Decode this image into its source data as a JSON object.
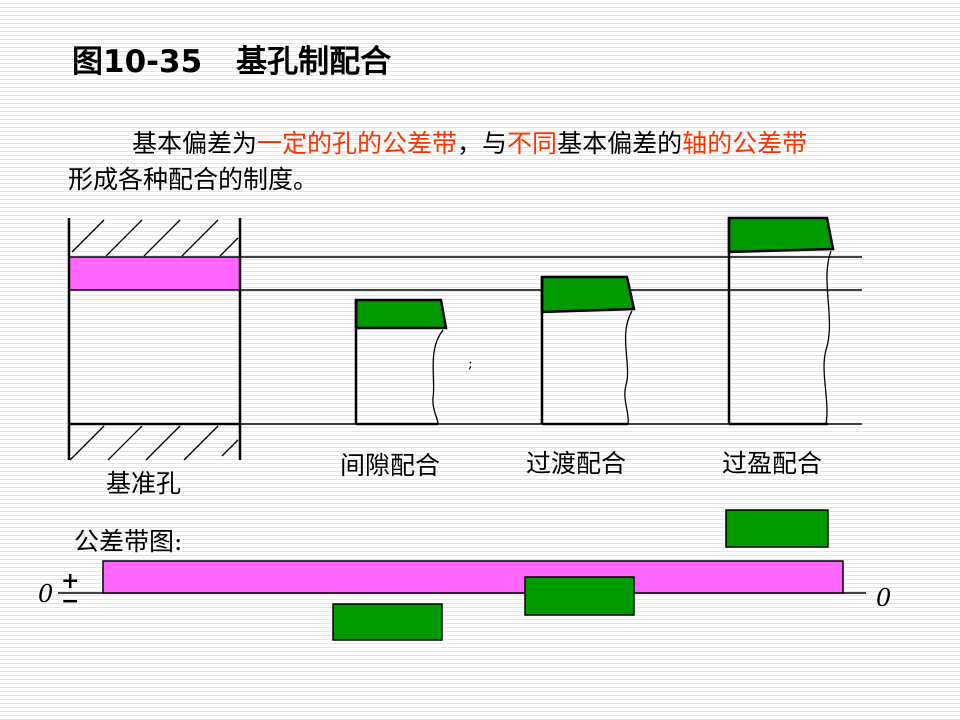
{
  "title": {
    "figure_no": "图10-35",
    "name": "基孔制配合"
  },
  "paragraph": {
    "t1": "基本偏差为",
    "h1": "一定的孔的公差带",
    "t2": "，与",
    "h2": "不同",
    "t3": "基本偏差的",
    "h3": "轴的公差带",
    "t4": "形成各种配合的制度。"
  },
  "labels": {
    "base_hole": "基准孔",
    "clearance": "间隙配合",
    "transition": "过渡配合",
    "interference": "过盈配合",
    "band_chart": "公差带图:",
    "zero_left": "0",
    "plus": "+",
    "minus": "−",
    "zero_right": "0",
    "stray_mark": ";"
  },
  "colors": {
    "hole_tolerance": "#ff66ff",
    "shaft_tolerance": "#009900",
    "highlight_text": "#ff3300"
  }
}
